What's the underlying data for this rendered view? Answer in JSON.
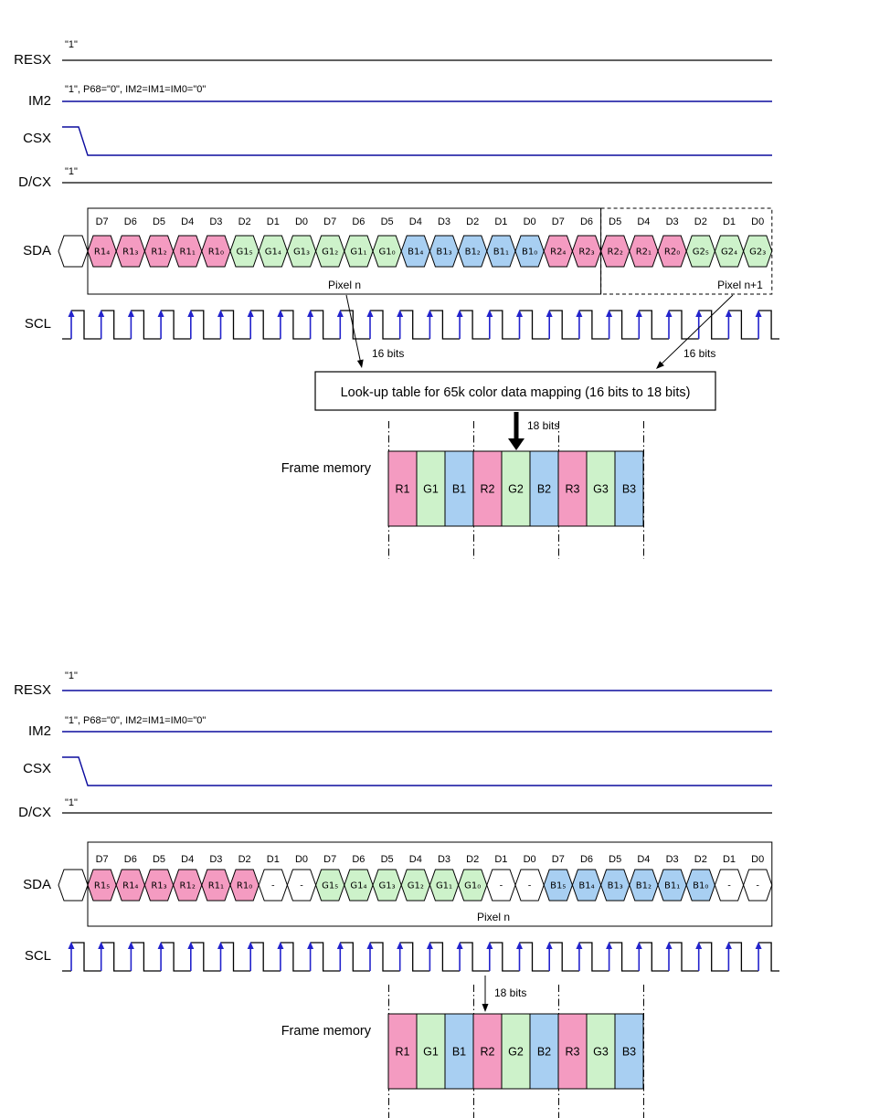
{
  "colors": {
    "red_cell": "#f49bc1",
    "green_cell": "#cdf2ca",
    "blue_cell": "#a8cff2",
    "white_cell": "#ffffff",
    "signal_blue": "#0b0b9e",
    "clock_arrow_blue": "#2323cc",
    "line_black": "#000000"
  },
  "top": {
    "signals": {
      "resx": {
        "label": "RESX",
        "annotation": "\"1\""
      },
      "im2": {
        "label": "IM2",
        "annotation": "\"1\", P68=\"0\", IM2=IM1=IM0=\"0\""
      },
      "csx": {
        "label": "CSX"
      },
      "dcx": {
        "label": "D/CX",
        "annotation": "\"1\""
      }
    },
    "sda": {
      "label": "SDA",
      "bit_labels": [
        "D7",
        "D6",
        "D5",
        "D4",
        "D3",
        "D2",
        "D1",
        "D0",
        "D7",
        "D6",
        "D5",
        "D4",
        "D3",
        "D2",
        "D1",
        "D0",
        "D7",
        "D6",
        "D5",
        "D4",
        "D3",
        "D2",
        "D1",
        "D0"
      ],
      "cells": [
        {
          "text": "R1₄",
          "color": "red_cell"
        },
        {
          "text": "R1₃",
          "color": "red_cell"
        },
        {
          "text": "R1₂",
          "color": "red_cell"
        },
        {
          "text": "R1₁",
          "color": "red_cell"
        },
        {
          "text": "R1₀",
          "color": "red_cell"
        },
        {
          "text": "G1₅",
          "color": "green_cell"
        },
        {
          "text": "G1₄",
          "color": "green_cell"
        },
        {
          "text": "G1₃",
          "color": "green_cell"
        },
        {
          "text": "G1₂",
          "color": "green_cell"
        },
        {
          "text": "G1₁",
          "color": "green_cell"
        },
        {
          "text": "G1₀",
          "color": "green_cell"
        },
        {
          "text": "B1₄",
          "color": "blue_cell"
        },
        {
          "text": "B1₃",
          "color": "blue_cell"
        },
        {
          "text": "B1₂",
          "color": "blue_cell"
        },
        {
          "text": "B1₁",
          "color": "blue_cell"
        },
        {
          "text": "B1₀",
          "color": "blue_cell"
        },
        {
          "text": "R2₄",
          "color": "red_cell"
        },
        {
          "text": "R2₃",
          "color": "red_cell"
        },
        {
          "text": "R2₂",
          "color": "red_cell"
        },
        {
          "text": "R2₁",
          "color": "red_cell"
        },
        {
          "text": "R2₀",
          "color": "red_cell"
        },
        {
          "text": "G2₅",
          "color": "green_cell"
        },
        {
          "text": "G2₄",
          "color": "green_cell"
        },
        {
          "text": "G2₃",
          "color": "green_cell"
        }
      ],
      "pixel_n_label": "Pixel n",
      "pixel_n1_label": "Pixel n+1"
    },
    "scl": {
      "label": "SCL",
      "pulses": 24
    },
    "annotations": {
      "bits16_left": "16 bits",
      "bits16_right": "16 bits",
      "lut": "Look-up table for 65k color data mapping (16 bits to 18 bits)",
      "bits18": "18 bits"
    },
    "frame_memory": {
      "label": "Frame memory",
      "cells": [
        {
          "text": "R1",
          "color": "red_cell"
        },
        {
          "text": "G1",
          "color": "green_cell"
        },
        {
          "text": "B1",
          "color": "blue_cell"
        },
        {
          "text": "R2",
          "color": "red_cell"
        },
        {
          "text": "G2",
          "color": "green_cell"
        },
        {
          "text": "B2",
          "color": "blue_cell"
        },
        {
          "text": "R3",
          "color": "red_cell"
        },
        {
          "text": "G3",
          "color": "green_cell"
        },
        {
          "text": "B3",
          "color": "blue_cell"
        }
      ]
    }
  },
  "bottom": {
    "signals": {
      "resx": {
        "label": "RESX",
        "annotation": "\"1\""
      },
      "im2": {
        "label": "IM2",
        "annotation": "\"1\", P68=\"0\", IM2=IM1=IM0=\"0\""
      },
      "csx": {
        "label": "CSX"
      },
      "dcx": {
        "label": "D/CX",
        "annotation": "\"1\""
      }
    },
    "sda": {
      "label": "SDA",
      "bit_labels": [
        "D7",
        "D6",
        "D5",
        "D4",
        "D3",
        "D2",
        "D1",
        "D0",
        "D7",
        "D6",
        "D5",
        "D4",
        "D3",
        "D2",
        "D1",
        "D0",
        "D7",
        "D6",
        "D5",
        "D4",
        "D3",
        "D2",
        "D1",
        "D0"
      ],
      "cells": [
        {
          "text": "R1₅",
          "color": "red_cell"
        },
        {
          "text": "R1₄",
          "color": "red_cell"
        },
        {
          "text": "R1₃",
          "color": "red_cell"
        },
        {
          "text": "R1₂",
          "color": "red_cell"
        },
        {
          "text": "R1₁",
          "color": "red_cell"
        },
        {
          "text": "R1₀",
          "color": "red_cell"
        },
        {
          "text": "-",
          "color": "white_cell"
        },
        {
          "text": "-",
          "color": "white_cell"
        },
        {
          "text": "G1₅",
          "color": "green_cell"
        },
        {
          "text": "G1₄",
          "color": "green_cell"
        },
        {
          "text": "G1₃",
          "color": "green_cell"
        },
        {
          "text": "G1₂",
          "color": "green_cell"
        },
        {
          "text": "G1₁",
          "color": "green_cell"
        },
        {
          "text": "G1₀",
          "color": "green_cell"
        },
        {
          "text": "-",
          "color": "white_cell"
        },
        {
          "text": "-",
          "color": "white_cell"
        },
        {
          "text": "B1₅",
          "color": "blue_cell"
        },
        {
          "text": "B1₄",
          "color": "blue_cell"
        },
        {
          "text": "B1₃",
          "color": "blue_cell"
        },
        {
          "text": "B1₂",
          "color": "blue_cell"
        },
        {
          "text": "B1₁",
          "color": "blue_cell"
        },
        {
          "text": "B1₀",
          "color": "blue_cell"
        },
        {
          "text": "-",
          "color": "white_cell"
        },
        {
          "text": "-",
          "color": "white_cell"
        }
      ],
      "pixel_n_label": "Pixel n"
    },
    "scl": {
      "label": "SCL",
      "pulses": 24
    },
    "annotations": {
      "bits18": "18 bits"
    },
    "frame_memory": {
      "label": "Frame memory",
      "cells": [
        {
          "text": "R1",
          "color": "red_cell"
        },
        {
          "text": "G1",
          "color": "green_cell"
        },
        {
          "text": "B1",
          "color": "blue_cell"
        },
        {
          "text": "R2",
          "color": "red_cell"
        },
        {
          "text": "G2",
          "color": "green_cell"
        },
        {
          "text": "B2",
          "color": "blue_cell"
        },
        {
          "text": "R3",
          "color": "red_cell"
        },
        {
          "text": "G3",
          "color": "green_cell"
        },
        {
          "text": "B3",
          "color": "blue_cell"
        }
      ]
    }
  }
}
